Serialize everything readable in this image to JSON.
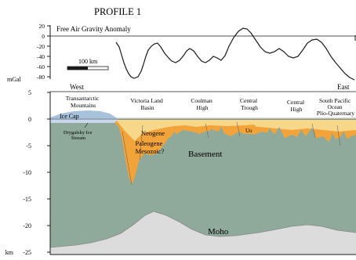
{
  "figure": {
    "title": "PROFILE 1",
    "gravity": {
      "label": "Free Air Gravity Anomaly",
      "unit": "mGal",
      "ticks": [
        "20",
        "0",
        "-20",
        "-40",
        "-60",
        "-80"
      ],
      "scale_bar": "100 km"
    },
    "depth": {
      "unit_prefix": "km",
      "ticks": [
        "5",
        "0",
        "-5",
        "-10",
        "-15",
        "-20",
        "-25"
      ]
    },
    "directions": {
      "west": "West",
      "east": "East"
    },
    "regions": [
      [
        "Transantarctic",
        "Mountains"
      ],
      [
        "Victoria Land",
        "Basin"
      ],
      [
        "Coulman",
        "High"
      ],
      [
        "Central",
        "Trough"
      ],
      [
        "Central",
        "High"
      ],
      [
        "South Pacific",
        "Ocean",
        "Plio-Quaternary"
      ]
    ],
    "units": {
      "ice_cap": "Ice Cap",
      "ice_stream": [
        "Drygalsky Ice",
        "Stream"
      ],
      "neogene": "Neogene",
      "paleogene": [
        "Paleogene",
        "Mesozoic?"
      ],
      "basement": "Basement",
      "uo": "Uo",
      "moho": "Moho"
    },
    "colors": {
      "basement": "#8faa9a",
      "mantle": "#dcdcdc",
      "paleogene": "#f2a33a",
      "neogene": "#f7d78a",
      "ice": "#a9c2dc",
      "axis": "#1a1a1a"
    }
  }
}
